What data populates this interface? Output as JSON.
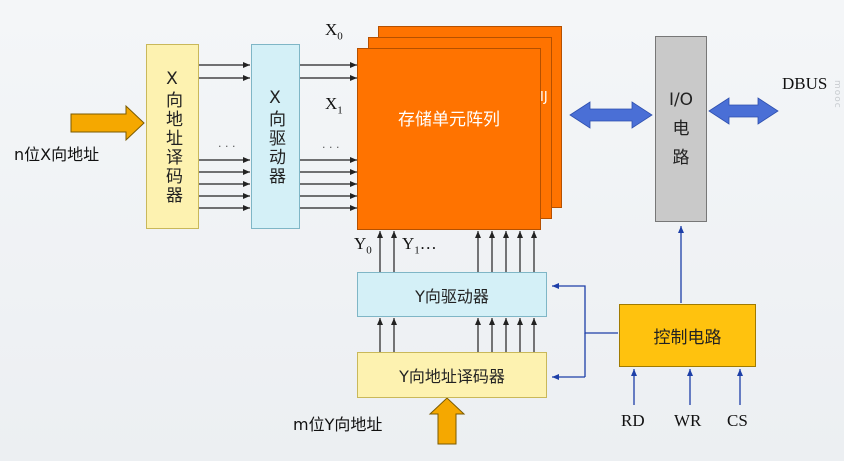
{
  "diagram": {
    "x_address_input": "n位X向地址",
    "x_decoder": "X向地址译码器",
    "x_driver": "X向驱动器",
    "x0_label": "X",
    "x0_sub": "0",
    "x1_label": "X",
    "x1_sub": "1",
    "x_ellipsis": "· · ·",
    "memory_array": "存储单元阵列",
    "memory_back_fragment": "IJ",
    "y0_label": "Y",
    "y0_sub": "0",
    "y1_label": "Y",
    "y1_sub": "1",
    "y_ellipsis": "…",
    "y_driver": "Y向驱动器",
    "y_decoder": "Y向地址译码器",
    "y_address_input": "m位Y向地址",
    "io_line1": "I/O",
    "io_line2": "电",
    "io_line3": "路",
    "data_bus": "DBUS",
    "control_circuit": "控制电路",
    "signal_rd": "RD",
    "signal_wr": "WR",
    "signal_cs": "CS",
    "watermark": "mooc"
  },
  "colors": {
    "memory_array": "#ff7300",
    "decoder": "#fdf2b0",
    "driver": "#d4f0f7",
    "io_circuit": "#c9c9c9",
    "control_circuit": "#ffc20e",
    "input_arrow": "#f5a800",
    "bus_arrow": "#4a6fd6",
    "control_line": "#1d3fa8"
  }
}
